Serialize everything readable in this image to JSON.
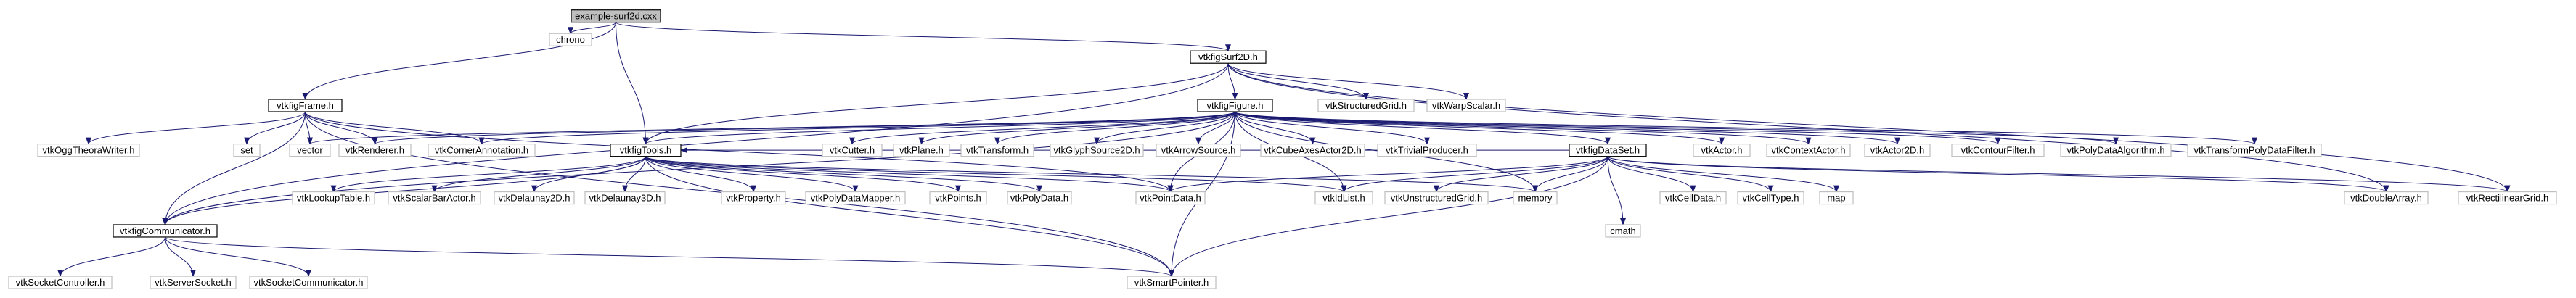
{
  "graph": {
    "edge_color": "#191970",
    "root_fill": "#bfbfbf",
    "external_border": "#bfbfbf",
    "nodes": [
      {
        "id": "root",
        "label": "example-surf2d.cxx",
        "kind": "root"
      },
      {
        "id": "chrono",
        "label": "chrono",
        "kind": "sys"
      },
      {
        "id": "surf2d",
        "label": "vtkfigSurf2D.h",
        "kind": "doc"
      },
      {
        "id": "frame",
        "label": "vtkfigFrame.h",
        "kind": "doc"
      },
      {
        "id": "figure",
        "label": "vtkfigFigure.h",
        "kind": "doc"
      },
      {
        "id": "structgrid",
        "label": "vtkStructuredGrid.h",
        "kind": "sys"
      },
      {
        "id": "warpscalar",
        "label": "vtkWarpScalar.h",
        "kind": "sys"
      },
      {
        "id": "oggtheora",
        "label": "vtkOggTheoraWriter.h",
        "kind": "sys"
      },
      {
        "id": "communicator",
        "label": "vtkfigCommunicator.h",
        "kind": "doc"
      },
      {
        "id": "set",
        "label": "set",
        "kind": "sys"
      },
      {
        "id": "vector",
        "label": "vector",
        "kind": "sys"
      },
      {
        "id": "renderer",
        "label": "vtkRenderer.h",
        "kind": "sys"
      },
      {
        "id": "corner",
        "label": "vtkCornerAnnotation.h",
        "kind": "sys"
      },
      {
        "id": "tools",
        "label": "vtkfigTools.h",
        "kind": "doc"
      },
      {
        "id": "cutter",
        "label": "vtkCutter.h",
        "kind": "sys"
      },
      {
        "id": "plane",
        "label": "vtkPlane.h",
        "kind": "sys"
      },
      {
        "id": "transform",
        "label": "vtkTransform.h",
        "kind": "sys"
      },
      {
        "id": "glyph",
        "label": "vtkGlyphSource2D.h",
        "kind": "sys"
      },
      {
        "id": "arrow",
        "label": "vtkArrowSource.h",
        "kind": "sys"
      },
      {
        "id": "cubeaxes",
        "label": "vtkCubeAxesActor2D.h",
        "kind": "sys"
      },
      {
        "id": "trivial",
        "label": "vtkTrivialProducer.h",
        "kind": "sys"
      },
      {
        "id": "dataset",
        "label": "vtkfigDataSet.h",
        "kind": "doc"
      },
      {
        "id": "actor",
        "label": "vtkActor.h",
        "kind": "sys"
      },
      {
        "id": "contextactor",
        "label": "vtkContextActor.h",
        "kind": "sys"
      },
      {
        "id": "actor2d",
        "label": "vtkActor2D.h",
        "kind": "sys"
      },
      {
        "id": "contour",
        "label": "vtkContourFilter.h",
        "kind": "sys"
      },
      {
        "id": "polyalgo",
        "label": "vtkPolyDataAlgorithm.h",
        "kind": "sys"
      },
      {
        "id": "transformpoly",
        "label": "vtkTransformPolyDataFilter.h",
        "kind": "sys"
      },
      {
        "id": "lookup",
        "label": "vtkLookupTable.h",
        "kind": "sys"
      },
      {
        "id": "scalarbar",
        "label": "vtkScalarBarActor.h",
        "kind": "sys"
      },
      {
        "id": "delaunay2d",
        "label": "vtkDelaunay2D.h",
        "kind": "sys"
      },
      {
        "id": "delaunay3d",
        "label": "vtkDelaunay3D.h",
        "kind": "sys"
      },
      {
        "id": "property",
        "label": "vtkProperty.h",
        "kind": "sys"
      },
      {
        "id": "polymapper",
        "label": "vtkPolyDataMapper.h",
        "kind": "sys"
      },
      {
        "id": "points",
        "label": "vtkPoints.h",
        "kind": "sys"
      },
      {
        "id": "polydata",
        "label": "vtkPolyData.h",
        "kind": "sys"
      },
      {
        "id": "pointdata",
        "label": "vtkPointData.h",
        "kind": "sys"
      },
      {
        "id": "idlist",
        "label": "vtkIdList.h",
        "kind": "sys"
      },
      {
        "id": "ugrid",
        "label": "vtkUnstructuredGrid.h",
        "kind": "sys"
      },
      {
        "id": "memory",
        "label": "memory",
        "kind": "sys"
      },
      {
        "id": "cmath",
        "label": "cmath",
        "kind": "sys"
      },
      {
        "id": "celldata",
        "label": "vtkCellData.h",
        "kind": "sys"
      },
      {
        "id": "celltype",
        "label": "vtkCellType.h",
        "kind": "sys"
      },
      {
        "id": "map",
        "label": "map",
        "kind": "sys"
      },
      {
        "id": "doublearray",
        "label": "vtkDoubleArray.h",
        "kind": "sys"
      },
      {
        "id": "rectgrid",
        "label": "vtkRectilinearGrid.h",
        "kind": "sys"
      },
      {
        "id": "sockctrl",
        "label": "vtkSocketController.h",
        "kind": "sys"
      },
      {
        "id": "serversock",
        "label": "vtkServerSocket.h",
        "kind": "sys"
      },
      {
        "id": "sockcomm",
        "label": "vtkSocketCommunicator.h",
        "kind": "sys"
      },
      {
        "id": "smartptr",
        "label": "vtkSmartPointer.h",
        "kind": "sys"
      }
    ],
    "edges": [
      [
        "root",
        "chrono"
      ],
      [
        "root",
        "surf2d"
      ],
      [
        "root",
        "frame"
      ],
      [
        "root",
        "tools"
      ],
      [
        "surf2d",
        "figure"
      ],
      [
        "surf2d",
        "structgrid"
      ],
      [
        "surf2d",
        "warpscalar"
      ],
      [
        "surf2d",
        "communicator"
      ],
      [
        "surf2d",
        "tools"
      ],
      [
        "surf2d",
        "doublearray"
      ],
      [
        "surf2d",
        "rectgrid"
      ],
      [
        "frame",
        "oggtheora"
      ],
      [
        "frame",
        "communicator"
      ],
      [
        "frame",
        "set"
      ],
      [
        "frame",
        "vector"
      ],
      [
        "frame",
        "renderer"
      ],
      [
        "frame",
        "corner"
      ],
      [
        "frame",
        "smartptr"
      ],
      [
        "frame",
        "pointdata"
      ],
      [
        "figure",
        "vector"
      ],
      [
        "figure",
        "renderer"
      ],
      [
        "figure",
        "corner"
      ],
      [
        "figure",
        "tools"
      ],
      [
        "figure",
        "cutter"
      ],
      [
        "figure",
        "plane"
      ],
      [
        "figure",
        "transform"
      ],
      [
        "figure",
        "glyph"
      ],
      [
        "figure",
        "arrow"
      ],
      [
        "figure",
        "cubeaxes"
      ],
      [
        "figure",
        "trivial"
      ],
      [
        "figure",
        "dataset"
      ],
      [
        "figure",
        "actor"
      ],
      [
        "figure",
        "contextactor"
      ],
      [
        "figure",
        "actor2d"
      ],
      [
        "figure",
        "contour"
      ],
      [
        "figure",
        "polyalgo"
      ],
      [
        "figure",
        "transformpoly"
      ],
      [
        "figure",
        "memory"
      ],
      [
        "figure",
        "pointdata"
      ],
      [
        "figure",
        "idlist"
      ],
      [
        "figure",
        "smartptr"
      ],
      [
        "figure",
        "communicator"
      ],
      [
        "tools",
        "lookup"
      ],
      [
        "tools",
        "scalarbar"
      ],
      [
        "tools",
        "delaunay2d"
      ],
      [
        "tools",
        "delaunay3d"
      ],
      [
        "tools",
        "property"
      ],
      [
        "tools",
        "polymapper"
      ],
      [
        "tools",
        "points"
      ],
      [
        "tools",
        "polydata"
      ],
      [
        "tools",
        "pointdata"
      ],
      [
        "tools",
        "idlist"
      ],
      [
        "tools",
        "smartptr"
      ],
      [
        "tools",
        "communicator"
      ],
      [
        "tools",
        "memory"
      ],
      [
        "dataset",
        "idlist"
      ],
      [
        "dataset",
        "pointdata"
      ],
      [
        "dataset",
        "ugrid"
      ],
      [
        "dataset",
        "memory"
      ],
      [
        "dataset",
        "cmath"
      ],
      [
        "dataset",
        "celldata"
      ],
      [
        "dataset",
        "celltype"
      ],
      [
        "dataset",
        "map"
      ],
      [
        "dataset",
        "doublearray"
      ],
      [
        "dataset",
        "rectgrid"
      ],
      [
        "dataset",
        "smartptr"
      ],
      [
        "dataset",
        "tools"
      ],
      [
        "communicator",
        "sockctrl"
      ],
      [
        "communicator",
        "serversock"
      ],
      [
        "communicator",
        "sockcomm"
      ],
      [
        "communicator",
        "smartptr"
      ]
    ]
  }
}
